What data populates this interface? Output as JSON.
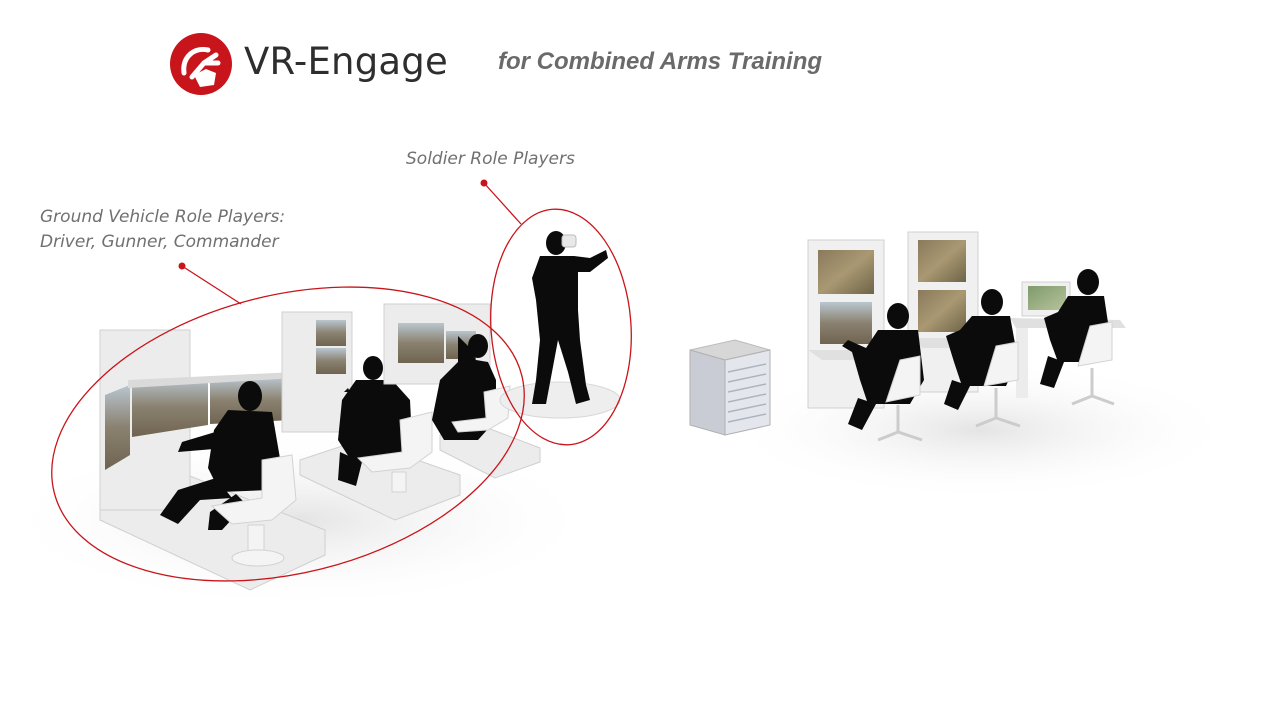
{
  "header": {
    "brand": "VR-Engage",
    "tagline": "for Combined Arms Training",
    "logo_icon": "hand-touch-icon"
  },
  "callouts": {
    "soldier": "Soldier Role Players",
    "ground_line1": "Ground Vehicle Role Players:",
    "ground_line2": "Driver, Gunner, Commander"
  },
  "colors": {
    "accent": "#c8151b",
    "silhouette": "#0b0b0b",
    "equipment": "#e6e6e6"
  }
}
